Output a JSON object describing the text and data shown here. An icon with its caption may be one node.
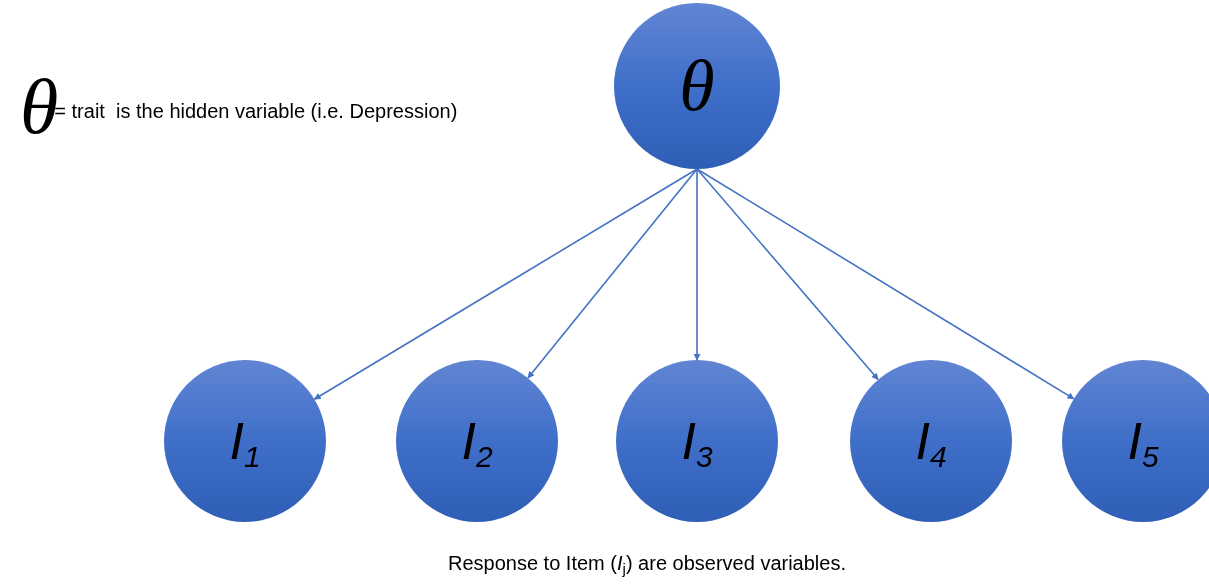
{
  "diagram": {
    "nodes": [
      {
        "text": [
          "θ"
        ]
      },
      {
        "text": [
          "I$_{1}$"
        ]
      },
      {
        "text": [
          "I$_{2}$"
        ]
      },
      {
        "text": [
          "I$_{3}$"
        ]
      },
      {
        "text": [
          "I$_{4}$"
        ]
      },
      {
        "text": [
          "I$_{5}$"
        ]
      }
    ],
    "edges": [
      {
        "from": 0,
        "to": 1,
        "arrow": "to"
      },
      {
        "from": 0,
        "to": 2,
        "arrow": "to"
      },
      {
        "from": 0,
        "to": 3,
        "arrow": "to"
      },
      {
        "from": 0,
        "to": 4,
        "arrow": "to"
      },
      {
        "from": 0,
        "to": 5,
        "arrow": "to"
      }
    ],
    "labels": [
      "θ",
      "= trait  is the hidden variable (i.e. Depression)",
      "Response to Item (*I*$_{j}$) are observed variables."
    ]
  }
}
